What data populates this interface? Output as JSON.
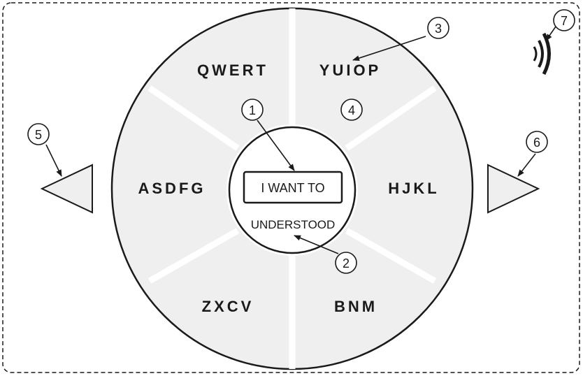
{
  "keyboard": {
    "segments": [
      {
        "label": "QWERT"
      },
      {
        "label": "YUIOP"
      },
      {
        "label": "HJKL"
      },
      {
        "label": "BNM"
      },
      {
        "label": "ZXCV"
      },
      {
        "label": "ASDFG"
      }
    ],
    "center": {
      "button_label": "I WANT TO",
      "sub_label": "UNDERSTOOD"
    }
  },
  "callouts": [
    "1",
    "2",
    "3",
    "4",
    "5",
    "6",
    "7"
  ],
  "colors": {
    "segment_fill": "#efefef",
    "stroke": "#1a1a1a",
    "divider": "#ffffff"
  }
}
